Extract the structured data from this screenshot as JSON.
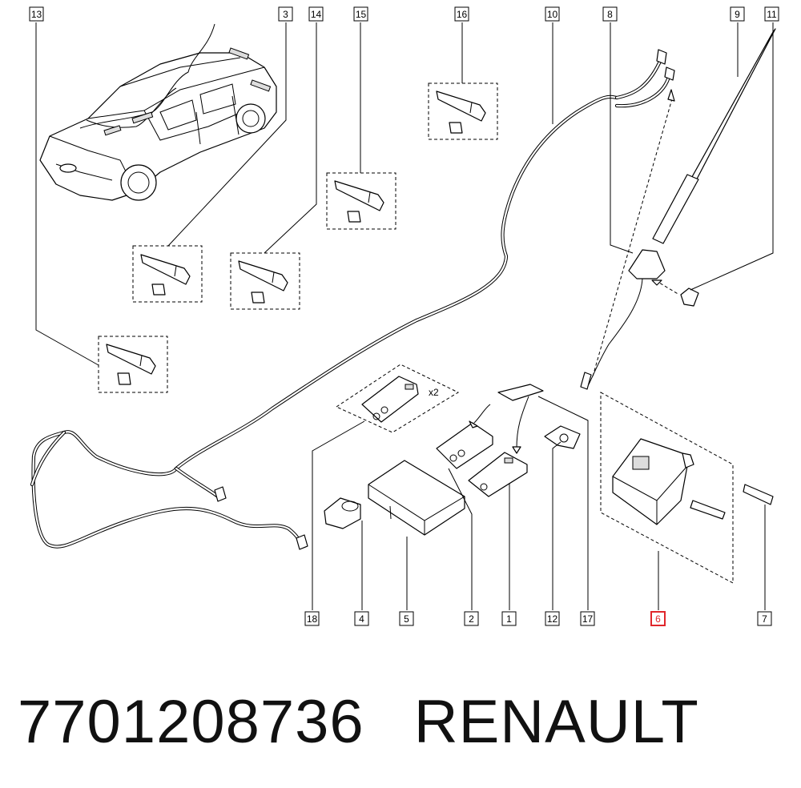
{
  "callouts": {
    "c1": "1",
    "c2": "2",
    "c3": "3",
    "c4": "4",
    "c5": "5",
    "c6": "6",
    "c7": "7",
    "c8": "8",
    "c9": "9",
    "c10": "10",
    "c11": "11",
    "c12": "12",
    "c13": "13",
    "c14": "14",
    "c15": "15",
    "c16": "16",
    "c17": "17",
    "c18": "18"
  },
  "highlighted_callout": "6",
  "highlight_color": "#e0262b",
  "quantity_label": "x2",
  "part_number": "7701208736",
  "brand": "RENAULT"
}
